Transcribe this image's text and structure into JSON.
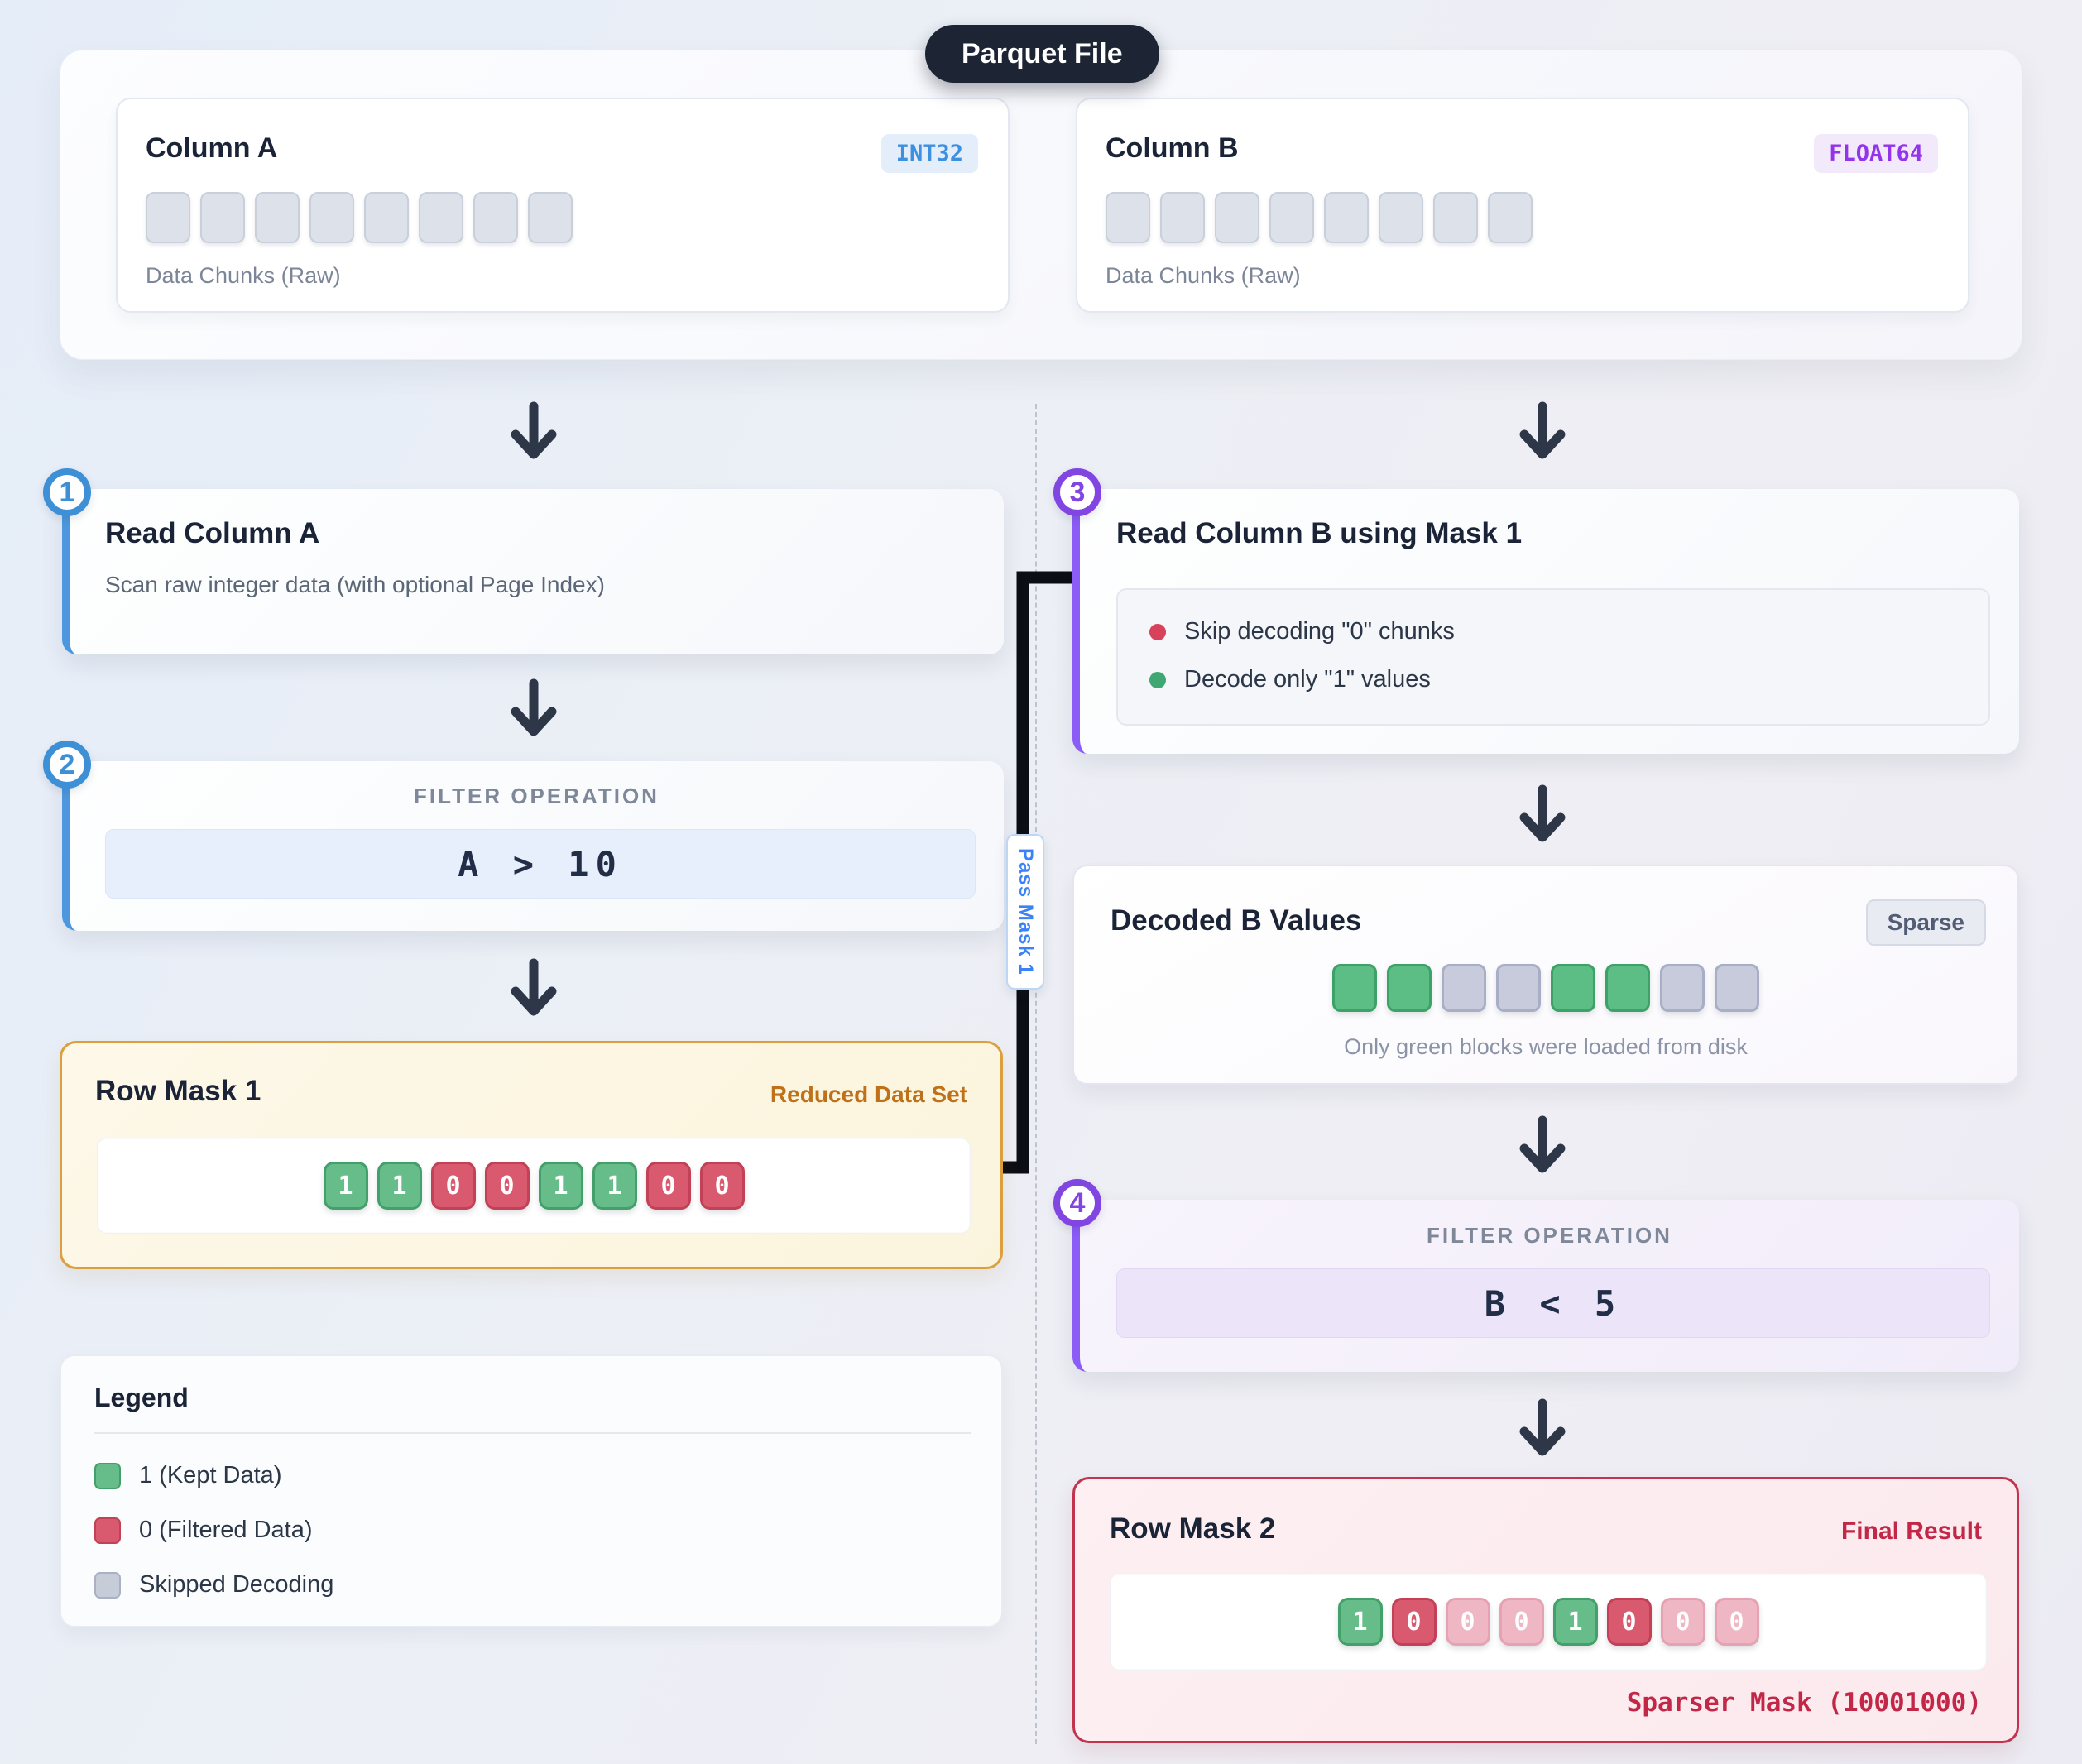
{
  "page": {
    "title_badge": "Parquet File"
  },
  "accent_colors": {
    "int_badge": "#3d8fe0",
    "float_badge": "#9333ea",
    "blue_step": "#3d8fd6",
    "purple_step": "#8146e2",
    "kept_green": "#67bd8a",
    "filtered_red": "#d9596e",
    "skipped_gray": "#c7ccd9",
    "faded_pink": "#efb6c3",
    "mask1_border": "#dd9f3d",
    "mask2_border": "#c2344e",
    "connector_black": "#0b0e14",
    "pass_label_blue": "#3b82f6"
  },
  "parquet": {
    "column_a": {
      "name": "Column A",
      "type_badge": "INT32",
      "caption": "Data Chunks (Raw)",
      "chunk_count": 8
    },
    "column_b": {
      "name": "Column B",
      "type_badge": "FLOAT64",
      "caption": "Data Chunks (Raw)",
      "chunk_count": 8
    }
  },
  "steps": {
    "step1": {
      "number": "1",
      "title": "Read Column A",
      "subtitle": "Scan raw integer data (with optional Page Index)"
    },
    "step2": {
      "number": "2",
      "header": "FILTER OPERATION",
      "expression": "A > 10"
    },
    "step3": {
      "number": "3",
      "title": "Read Column B using Mask 1",
      "bullets": [
        {
          "text": "Skip decoding \"0\" chunks"
        },
        {
          "text": "Decode only \"1\" values"
        }
      ]
    },
    "step4": {
      "number": "4",
      "header": "FILTER OPERATION",
      "expression": "B < 5"
    }
  },
  "connector": {
    "label": "Pass Mask 1"
  },
  "row_mask1": {
    "title": "Row Mask 1",
    "tag": "Reduced Data Set",
    "bits": [
      "1",
      "1",
      "0",
      "0",
      "1",
      "1",
      "0",
      "0"
    ]
  },
  "decoded_b": {
    "title": "Decoded B Values",
    "badge": "Sparse",
    "caption": "Only green blocks were loaded from disk",
    "blocks": [
      "loaded",
      "loaded",
      "skipped",
      "skipped",
      "loaded",
      "loaded",
      "skipped",
      "skipped"
    ]
  },
  "row_mask2": {
    "title": "Row Mask 2",
    "tag": "Final Result",
    "bits": [
      "1",
      "0",
      "0",
      "0",
      "1",
      "0",
      "0",
      "0"
    ],
    "footer": "Sparser Mask (10001000)"
  },
  "legend": {
    "title": "Legend",
    "items": [
      {
        "label": "1 (Kept Data)"
      },
      {
        "label": "0 (Filtered Data)"
      },
      {
        "label": "Skipped Decoding"
      }
    ]
  }
}
